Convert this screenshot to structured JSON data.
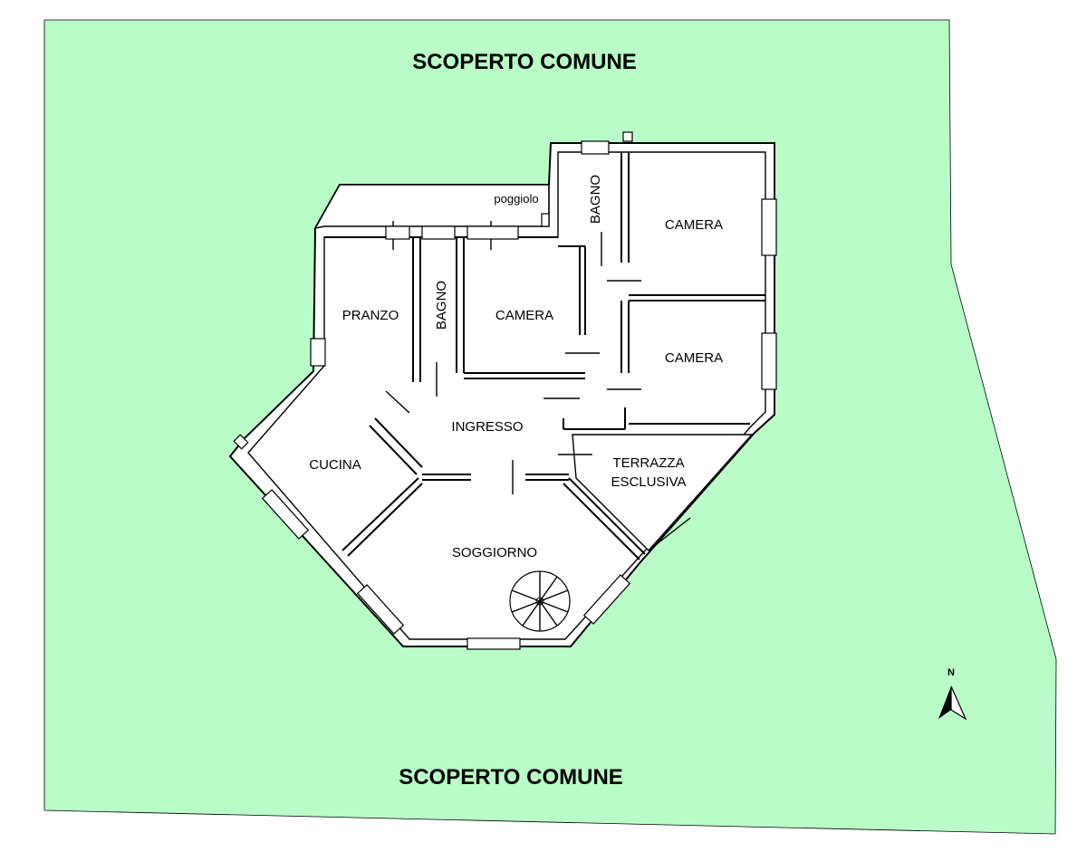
{
  "labels": {
    "common_top": "SCOPERTO COMUNE",
    "common_bottom": "SCOPERTO COMUNE",
    "balcony": "poggiolo",
    "dining": "PRANZO",
    "bath_left": "BAGNO",
    "bedroom_center": "CAMERA",
    "bath_top": "BAGNO",
    "bedroom_top_right": "CAMERA",
    "bedroom_right": "CAMERA",
    "entrance": "INGRESSO",
    "kitchen": "CUCINA",
    "terrace_line1": "TERRAZZA",
    "terrace_line2": "ESCLUSIVA",
    "living": "SOGGIORNO",
    "north": "N"
  },
  "colors": {
    "lot": "#b9fcc7",
    "walls": "#000000",
    "floor": "#ffffff"
  }
}
